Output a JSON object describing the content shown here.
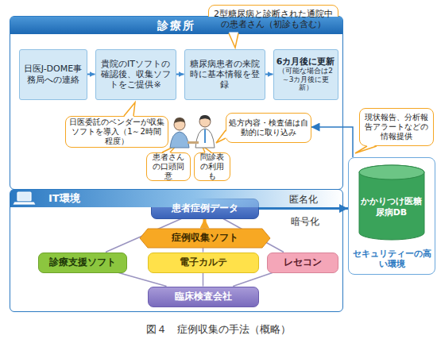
{
  "diagram": {
    "caption": "図４　症例収集の手法（概略）",
    "nodes": [
      {
        "text": [
          "診療所"
        ]
      },
      {
        "text": [
          "日医J-DOME事務局への連絡"
        ],
        "in": 0
      },
      {
        "text": [
          "貴院のITソフトの確認後、収集ソフトをご提供※"
        ],
        "in": 0
      },
      {
        "text": [
          "糖尿病患者の来院時に基本情報を登録"
        ],
        "in": 0
      },
      {
        "text": [
          "6カ月後に更新",
          "（可能な場合は2～3カ月後に更新）"
        ],
        "in": 0
      },
      {
        "text": [
          "2型糖尿病と診断された通院中の患者さん（初診も含む）"
        ]
      },
      {
        "text": [
          "日医委託のベンダーが収集ソフトを導入（1～2時間程度）"
        ],
        "in": 0
      },
      {
        "text": [
          "患者さんの口頭同意"
        ],
        "in": 0
      },
      {
        "text": [
          "問診表の利用も"
        ],
        "in": 0
      },
      {
        "text": [
          "処方内容・検査値は自動的に取り込み"
        ],
        "in": 0
      },
      {
        "text": [
          "現状報告、分析報告アラートなどの情報提供"
        ]
      },
      {
        "text": [
          "セキュリティーの高い環境"
        ]
      },
      {
        "text": [
          "かかりつけ医糖尿病DB"
        ],
        "in": 11
      },
      {
        "text": [
          "IT環境"
        ]
      },
      {
        "text": [
          "患者症例データ"
        ],
        "in": 13
      },
      {
        "text": [
          "症例収集ソフト"
        ],
        "in": 13
      },
      {
        "text": [
          "診療支援ソフト"
        ],
        "in": 13
      },
      {
        "text": [
          "電子カルテ"
        ],
        "in": 13
      },
      {
        "text": [
          "レセコン"
        ],
        "in": 13
      },
      {
        "text": [
          "臨床検査会社"
        ],
        "in": 13
      }
    ],
    "edges": [
      {
        "from": 1,
        "to": 2,
        "arrow": "to"
      },
      {
        "from": 2,
        "to": 3,
        "arrow": "to"
      },
      {
        "from": 3,
        "to": 4,
        "arrow": "to"
      },
      {
        "from": 11,
        "to": 9,
        "arrow": "to"
      },
      {
        "from": 14,
        "to": 11,
        "arrow": "to",
        "label": "匿名化"
      },
      {
        "from": 15,
        "to": 14,
        "arrow": "to"
      },
      {
        "from": 14,
        "to": 16,
        "arrow": "none"
      },
      {
        "from": 14,
        "to": 18,
        "arrow": "none"
      },
      {
        "from": 16,
        "to": 19,
        "arrow": "none"
      },
      {
        "from": 18,
        "to": 19,
        "arrow": "none"
      },
      {
        "from": 17,
        "to": 15,
        "arrow": "none"
      },
      {
        "from": 17,
        "to": 19,
        "arrow": "none"
      }
    ],
    "labels": [
      "暗号化"
    ]
  }
}
